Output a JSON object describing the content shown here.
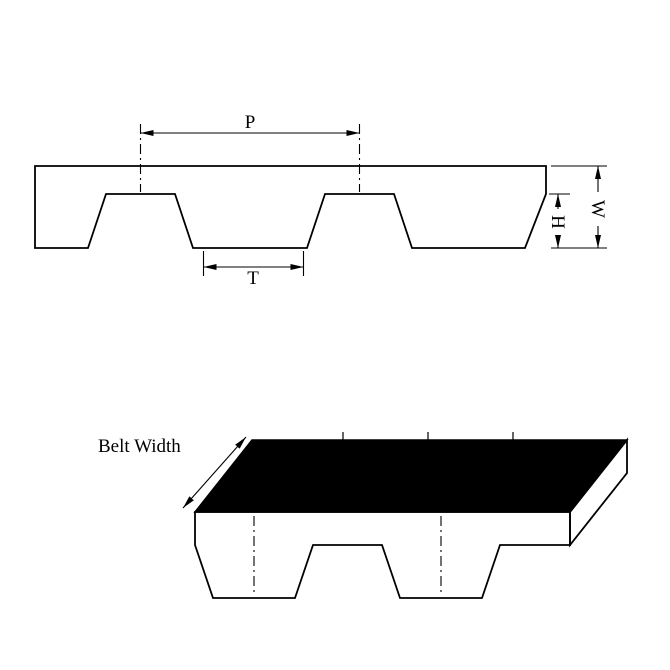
{
  "cross_section": {
    "labels": {
      "pitch": "P",
      "tooth_width": "T",
      "tooth_height": "H",
      "belt_thickness": "W"
    }
  },
  "isometric_view": {
    "width_label": "Belt Width"
  },
  "colors": {
    "background": "#ffffff",
    "line": "#000000",
    "belt_fill": "#f1f1f1",
    "belt_top_fill": "#000000"
  }
}
